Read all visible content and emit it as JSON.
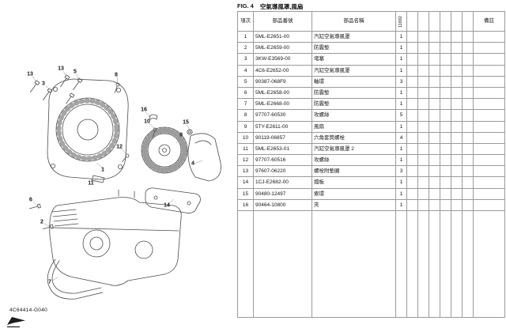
{
  "fig": {
    "label": "FIG.  4",
    "title": "空氣導風罩,風扇"
  },
  "table": {
    "headers": {
      "item": "項次",
      "part_no": "部品番號",
      "part_name": "部品名稱",
      "model_code": "11692",
      "remarks": "備註"
    },
    "rows": [
      {
        "item": "1",
        "part_no": "5ML-E2651-00",
        "part_name": "汽缸空氣導風罩",
        "qty": "1"
      },
      {
        "item": "2",
        "part_no": "5ML-E2659-00",
        "part_name": "防震墊",
        "qty": "1"
      },
      {
        "item": "3",
        "part_no": "3KW-E3569-00",
        "part_name": "堵塞",
        "qty": "1"
      },
      {
        "item": "4",
        "part_no": "4C6-E2652-00",
        "part_name": "汽缸空氣導風罩",
        "qty": "1"
      },
      {
        "item": "5",
        "part_no": "90387-068F9",
        "part_name": "軸環",
        "qty": "3"
      },
      {
        "item": "6",
        "part_no": "5ML-E2658-00",
        "part_name": "防震墊",
        "qty": "1"
      },
      {
        "item": "7",
        "part_no": "5ML-E2668-00",
        "part_name": "防震墊",
        "qty": "1"
      },
      {
        "item": "8",
        "part_no": "97707-60530",
        "part_name": "攻螺絲",
        "qty": "5"
      },
      {
        "item": "9",
        "part_no": "5TY-E2611-00",
        "part_name": "風扇",
        "qty": "1"
      },
      {
        "item": "10",
        "part_no": "90119-06857",
        "part_name": "六角套筒螺栓",
        "qty": "4"
      },
      {
        "item": "11",
        "part_no": "5ML-E2653-01",
        "part_name": "汽缸空氣導風罩 2",
        "qty": "1"
      },
      {
        "item": "12",
        "part_no": "97707-60516",
        "part_name": "攻螺絲",
        "qty": "1"
      },
      {
        "item": "13",
        "part_no": "97607-06220",
        "part_name": "螺栓附墊圈",
        "qty": "3"
      },
      {
        "item": "14",
        "part_no": "1CJ-E2682-00",
        "part_name": "擋板",
        "qty": "1"
      },
      {
        "item": "15",
        "part_no": "90480-12497",
        "part_name": "索環",
        "qty": "1"
      },
      {
        "item": "16",
        "part_no": "90464-10800",
        "part_name": "夾",
        "qty": "1"
      }
    ]
  },
  "diagram": {
    "callouts": [
      "13",
      "3",
      "13",
      "5",
      "8",
      "16",
      "10",
      "15",
      "9",
      "12",
      "1",
      "11",
      "4",
      "14",
      "6",
      "2",
      "7"
    ]
  },
  "footer": {
    "doc_no": "4C64414-G040"
  }
}
